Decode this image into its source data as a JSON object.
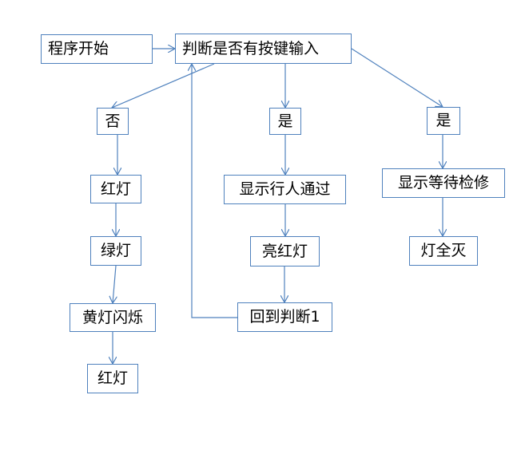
{
  "diagram": {
    "line_color": "#4f81bd",
    "nodes": {
      "start": "程序开始",
      "check_key": "判断是否有按键输入",
      "no": "否",
      "yes_middle": "是",
      "yes_right": "是",
      "red1": "红灯",
      "green": "绿灯",
      "yellow_flash": "黄灯闪烁",
      "red2": "红灯",
      "show_pedestrian": "显示行人通过",
      "red_on": "亮红灯",
      "back_to_check": "回到判断1",
      "show_wait_repair": "显示等待检修",
      "lights_off": "灯全灭"
    }
  }
}
